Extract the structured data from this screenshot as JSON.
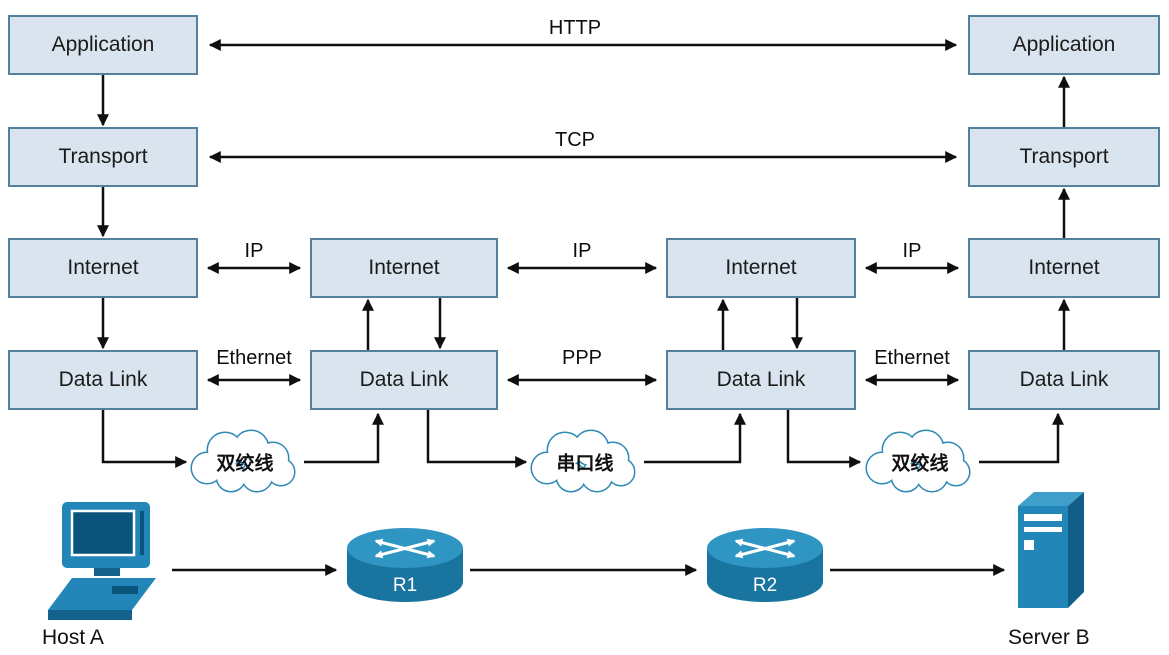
{
  "layers": {
    "application": "Application",
    "transport": "Transport",
    "internet": "Internet",
    "datalink": "Data Link"
  },
  "protocols": {
    "http": "HTTP",
    "tcp": "TCP",
    "ip": "IP",
    "ethernet": "Ethernet",
    "ppp": "PPP"
  },
  "clouds": [
    "双绞线",
    "串口线",
    "双绞线"
  ],
  "devices": {
    "host_a": "Host A",
    "r1": "R1",
    "r2": "R2",
    "server_b": "Server B"
  },
  "colors": {
    "box_fill": "#d9e4ee",
    "box_border": "#54809f",
    "arrow": "#0f0f0f",
    "cloud_stroke": "#2e89b5",
    "device_blue": "#2386b8",
    "device_blue_dark": "#115e88",
    "device_blue_light": "#2f95c2"
  }
}
